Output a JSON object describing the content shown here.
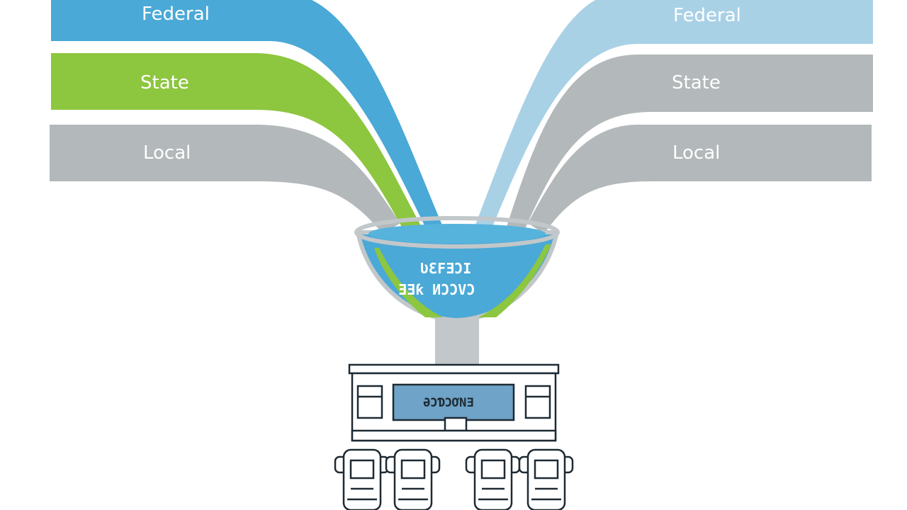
{
  "left_sources": [
    {
      "label": "Federal",
      "color": "#4aa9d6"
    },
    {
      "label": "State",
      "color": "#8dc63f"
    },
    {
      "label": "Local",
      "color": "#b3b8ba"
    }
  ],
  "right_sources": [
    {
      "label": "Federal",
      "color": "#a9d1e6"
    },
    {
      "label": "State",
      "color": "#b3b8ba"
    },
    {
      "label": "Local",
      "color": "#b3b8ba"
    }
  ],
  "funnel": {
    "text_line1": "ƲƐFƎƆI",
    "text_line2": "ƎƎƙ ИƆƆVƆ",
    "rim_color": "#c2c7ca",
    "liquid_color": "#4aa9d6"
  },
  "building": {
    "board_text": "ƏƆƊƆƠNƎ"
  }
}
